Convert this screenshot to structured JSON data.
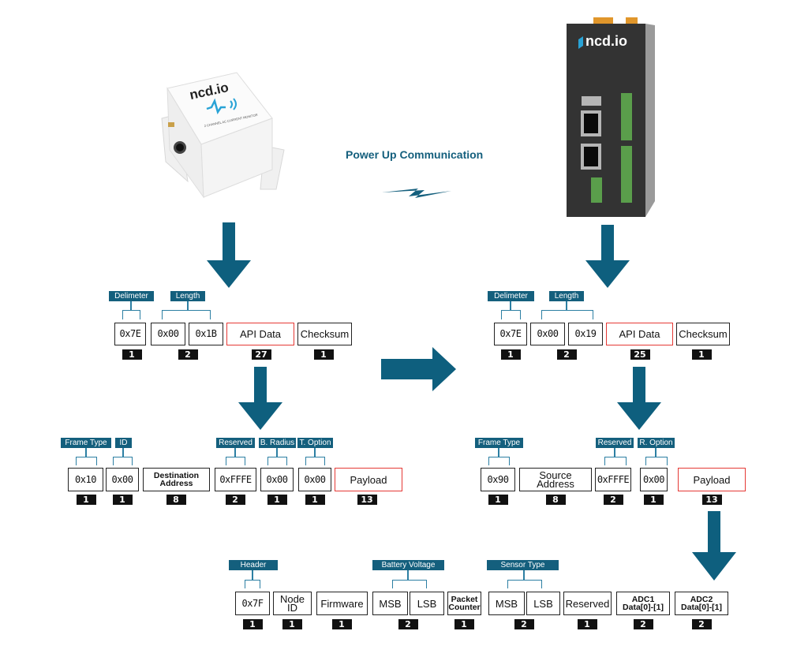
{
  "title": "Power Up Communication",
  "colors": {
    "accent": "#145f7d",
    "arrow": "#0e5f7e",
    "highlight_border": "#e53935",
    "gateway_body": "#333333",
    "gateway_led": "#5a9e4b",
    "gateway_terminal": "#e0962b"
  },
  "devices": {
    "sensor": {
      "logo": "ncd.io",
      "caption": "2 CHANNEL AC CURRENT MONITOR"
    },
    "gateway": {
      "logo": "ncd.io"
    }
  },
  "sensor_frame": {
    "labels": [
      "Delimeter",
      "Length"
    ],
    "fields": [
      "0x7E",
      "0x00",
      "0x1B",
      "API Data",
      "Checksum"
    ],
    "sizes": [
      "1",
      "2",
      "27",
      "1"
    ]
  },
  "gateway_frame": {
    "labels": [
      "Delimeter",
      "Length"
    ],
    "fields": [
      "0x7E",
      "0x00",
      "0x19",
      "API Data",
      "Checksum"
    ],
    "sizes": [
      "1",
      "2",
      "25",
      "1"
    ]
  },
  "sensor_api": {
    "labels": [
      "Frame Type",
      "ID",
      "Reserved",
      "B. Radius",
      "T. Option"
    ],
    "fields": [
      "0x10",
      "0x00",
      "Destination Address",
      "0xFFFE",
      "0x00",
      "0x00",
      "Payload"
    ],
    "sizes": [
      "1",
      "1",
      "8",
      "2",
      "1",
      "1",
      "13"
    ]
  },
  "gateway_api": {
    "labels": [
      "Frame Type",
      "Reserved",
      "R. Option"
    ],
    "fields": [
      "0x90",
      "Source Address",
      "0xFFFE",
      "0x00",
      "Payload"
    ],
    "sizes": [
      "1",
      "8",
      "2",
      "1",
      "13"
    ]
  },
  "payload": {
    "labels": [
      "Header",
      "Battery Voltage",
      "Sensor Type"
    ],
    "fields": [
      "0x7F",
      "Node ID",
      "Firmware",
      "MSB",
      "LSB",
      "Packet Counter",
      "MSB",
      "LSB",
      "Reserved",
      "ADC1 Data[0]-[1]",
      "ADC2 Data[0]-[1]"
    ],
    "sizes": [
      "1",
      "1",
      "1",
      "2",
      "1",
      "2",
      "1",
      "2",
      "2"
    ]
  }
}
